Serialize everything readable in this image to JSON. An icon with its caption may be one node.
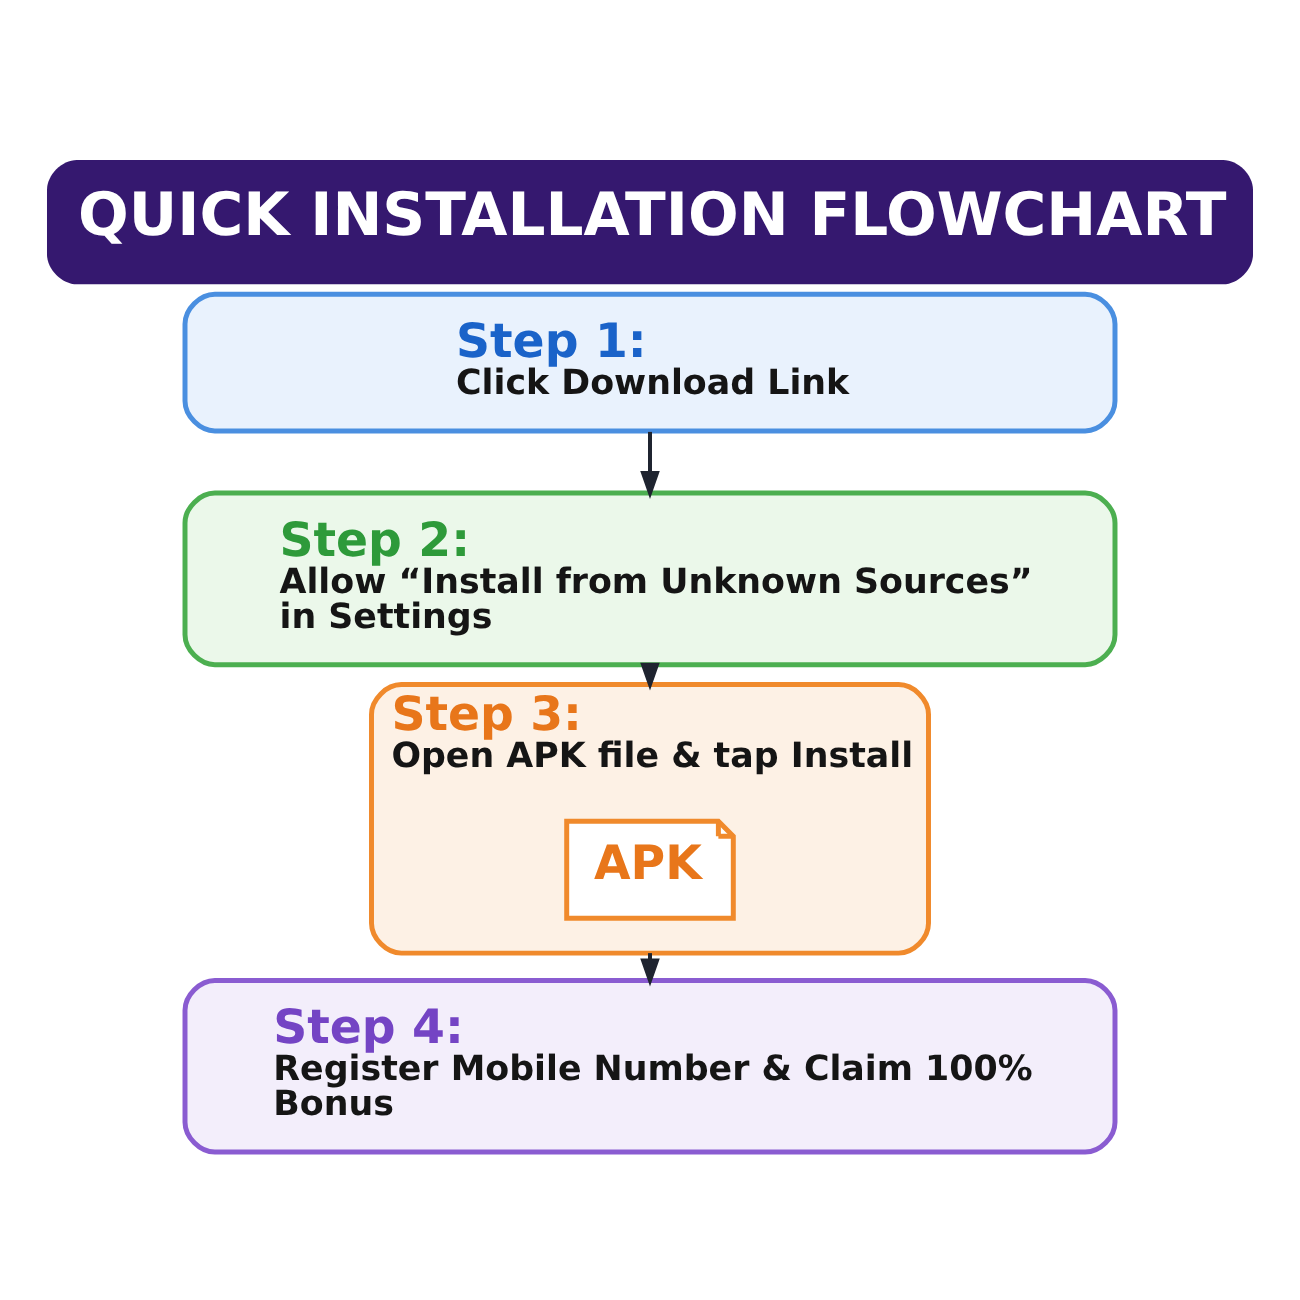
{
  "diagram": {
    "title": "QUICK INSTALLATION FLOWCHART",
    "nodes": [
      {
        "text": [
          "Step 1:",
          "Click Download Link"
        ]
      },
      {
        "text": [
          "Step 2:",
          "Allow “Install from Unknown Sources” in Settings"
        ]
      },
      {
        "text": [
          "Step 3:",
          "Open APK file & tap Install"
        ]
      },
      {
        "text": [
          "APK"
        ],
        "in": 2
      },
      {
        "text": [
          "Step 4:",
          "Register Mobile Number & Claim 100% Bonus"
        ]
      }
    ],
    "edges": [
      {
        "from": 0,
        "to": 1,
        "arrow": "to"
      },
      {
        "from": 1,
        "to": 2,
        "arrow": "to"
      },
      {
        "from": 2,
        "to": 4,
        "arrow": "to"
      }
    ]
  }
}
